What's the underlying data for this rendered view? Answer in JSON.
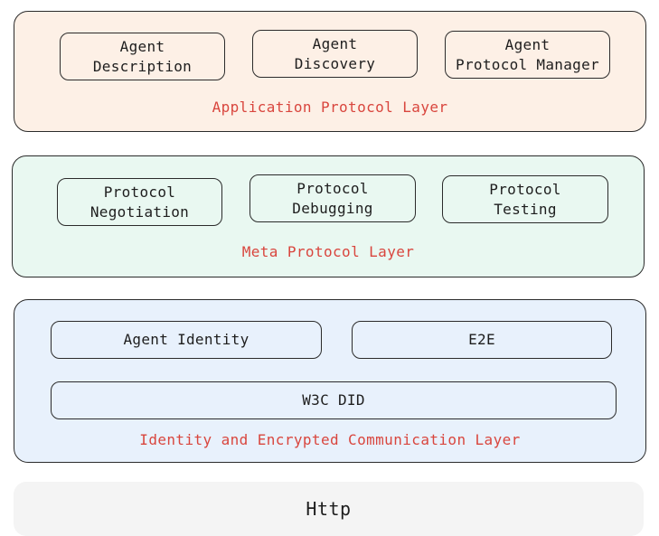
{
  "application_layer": {
    "label": "Application Protocol Layer",
    "boxes": [
      "Agent\nDescription",
      "Agent\nDiscovery",
      "Agent\nProtocol Manager"
    ]
  },
  "meta_layer": {
    "label": "Meta Protocol Layer",
    "boxes": [
      "Protocol\nNegotiation",
      "Protocol\nDebugging",
      "Protocol\nTesting"
    ]
  },
  "identity_layer": {
    "label": "Identity and Encrypted Communication Layer",
    "boxes": [
      "Agent Identity",
      "E2E",
      "W3C DID"
    ]
  },
  "http_layer": {
    "label": "Http"
  },
  "colors": {
    "application_bg": "#fdf0e6",
    "meta_bg": "#e9f8f1",
    "identity_bg": "#e8f1fc",
    "http_bg": "#f4f4f4",
    "label_red": "#d9463e"
  }
}
